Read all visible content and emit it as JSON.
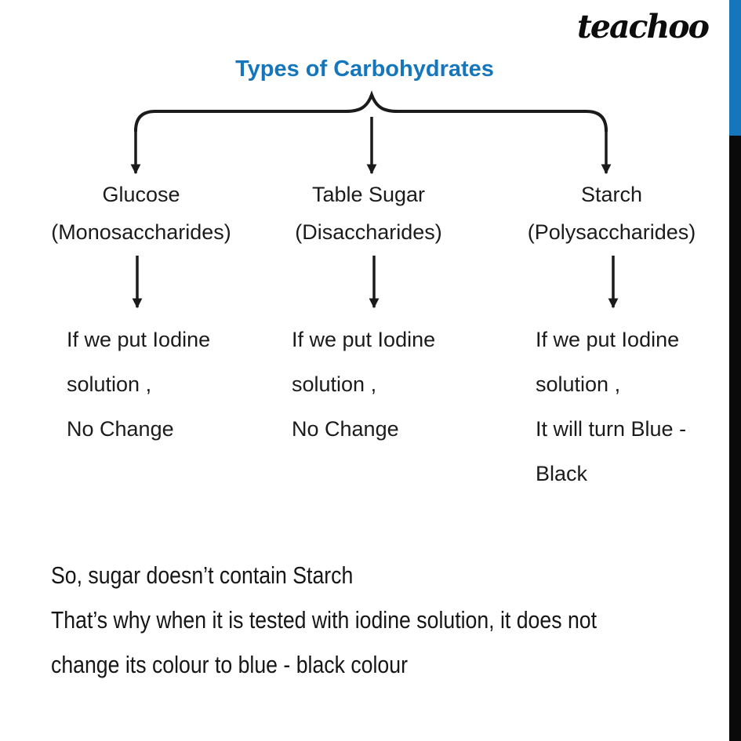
{
  "brand": {
    "logo": "teachoo"
  },
  "colors": {
    "accent_blue": "#1576bc",
    "bar_black": "#0a0a0a",
    "text": "#1b1b1b",
    "background": "#ffffff"
  },
  "title": "Types of Carbohydrates",
  "columns": [
    {
      "name": "Glucose",
      "subtitle": "(Monosaccharides)",
      "result_lines": [
        "If we put Iodine",
        "solution ,",
        "No Change"
      ]
    },
    {
      "name": "Table Sugar",
      "subtitle": "(Disaccharides)",
      "result_lines": [
        "If we put Iodine",
        "solution ,",
        "No Change"
      ]
    },
    {
      "name": "Starch",
      "subtitle": "(Polysaccharides)",
      "result_lines": [
        "If we put Iodine",
        "solution ,",
        "It will turn Blue -",
        "Black"
      ]
    }
  ],
  "conclusion_lines": [
    "So, sugar doesn’t contain Starch",
    "That’s why when it is tested with iodine solution, it does not",
    "change its colour to blue - black colour"
  ]
}
